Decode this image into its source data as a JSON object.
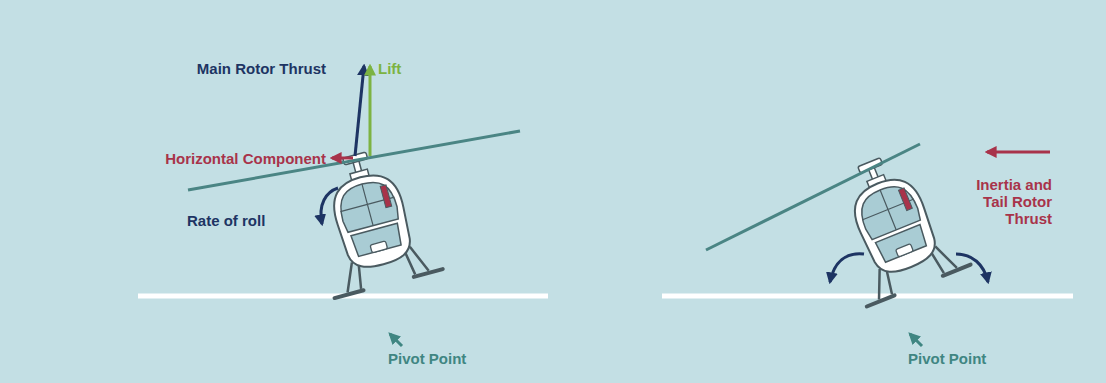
{
  "diagram": {
    "labels": [
      "Main Rotor Thrust",
      "Lift",
      "Horizontal Component",
      "Rate of roll",
      "Pivot Point",
      "Inertia and Tail Rotor Thrust",
      "Pivot Point"
    ]
  }
}
